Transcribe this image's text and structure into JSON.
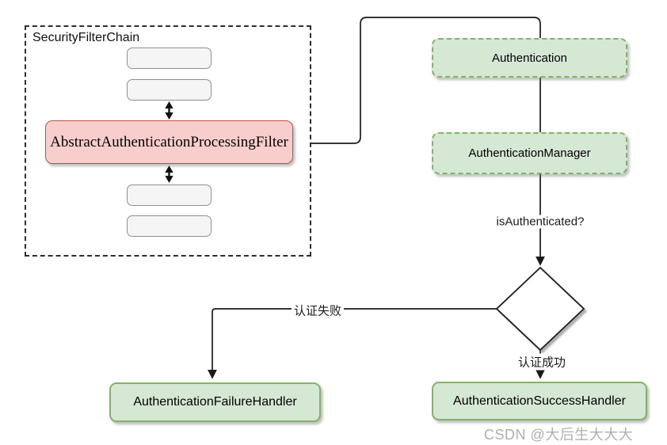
{
  "diagram": {
    "filter_chain": {
      "title": "SecurityFilterChain",
      "main_filter_label": "AbstractAuthenticationProcessingFilter",
      "placeholder_slots": 4
    },
    "nodes": {
      "authentication": "Authentication",
      "authentication_manager": "AuthenticationManager",
      "failure_handler": "AuthenticationFailureHandler",
      "success_handler": "AuthenticationSuccessHandler"
    },
    "edge_labels": {
      "is_authenticated": "isAuthenticated?",
      "auth_failure": "认证失败",
      "auth_success": "认证成功"
    },
    "colors": {
      "red_fill": "#f8cecc",
      "red_border": "#b85450",
      "green_fill": "#d5e8d4",
      "green_border": "#82b366",
      "gray_fill": "#f5f5f5",
      "gray_border": "#8f8f8f",
      "line": "#1a1a1a",
      "watermark": "#94968a"
    },
    "watermark": "CSDN @大后生大大大"
  }
}
